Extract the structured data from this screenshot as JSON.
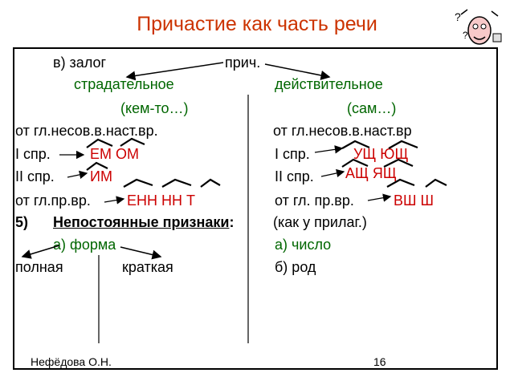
{
  "title": "Причастие как часть речи",
  "lines": {
    "voice_label": "в) залог",
    "participle": "прич.",
    "passive": "страдательное",
    "active": "действительное",
    "by_someone": "(кем-то…)",
    "by_self": "(сам…)",
    "left_imperf_present": "от гл.несов.в.наст.вр.",
    "right_imperf_present": "от гл.несов.в.наст.вр",
    "left_conj1_label": "I спр.",
    "left_conj1_suffixes": "ЕМ  ОМ",
    "right_conj1_label": "I спр.",
    "right_conj1_suffixes": "УЩ  ЮЩ",
    "left_conj2_label": "II спр.",
    "left_conj2_suffixes": "ИМ",
    "right_conj2_label": "II спр.",
    "right_conj2_suffixes": "АЩ  ЯЩ",
    "left_past_label": "от гл.пр.вр.",
    "left_past_suffixes": "ЕНН  НН  Т",
    "right_past_label": "от гл. пр.вр.",
    "right_past_suffixes": "ВШ  Ш",
    "item5_number": "5)",
    "item5_title": "Непостоянные признаки",
    "item5_colon": ":",
    "item5_note": "(как у прилаг.)",
    "form_label": "а) форма",
    "number_label": "а) число",
    "full_form": "полная",
    "short_form": "краткая",
    "gender_label": "б) род"
  },
  "footer": {
    "author": "Нефёдова О.Н.",
    "page": "16"
  },
  "colors": {
    "title": "#cc3300",
    "green_text": "#006600",
    "suffix_red": "#cc0000"
  },
  "icons": [
    "cartoon-character-icon"
  ]
}
